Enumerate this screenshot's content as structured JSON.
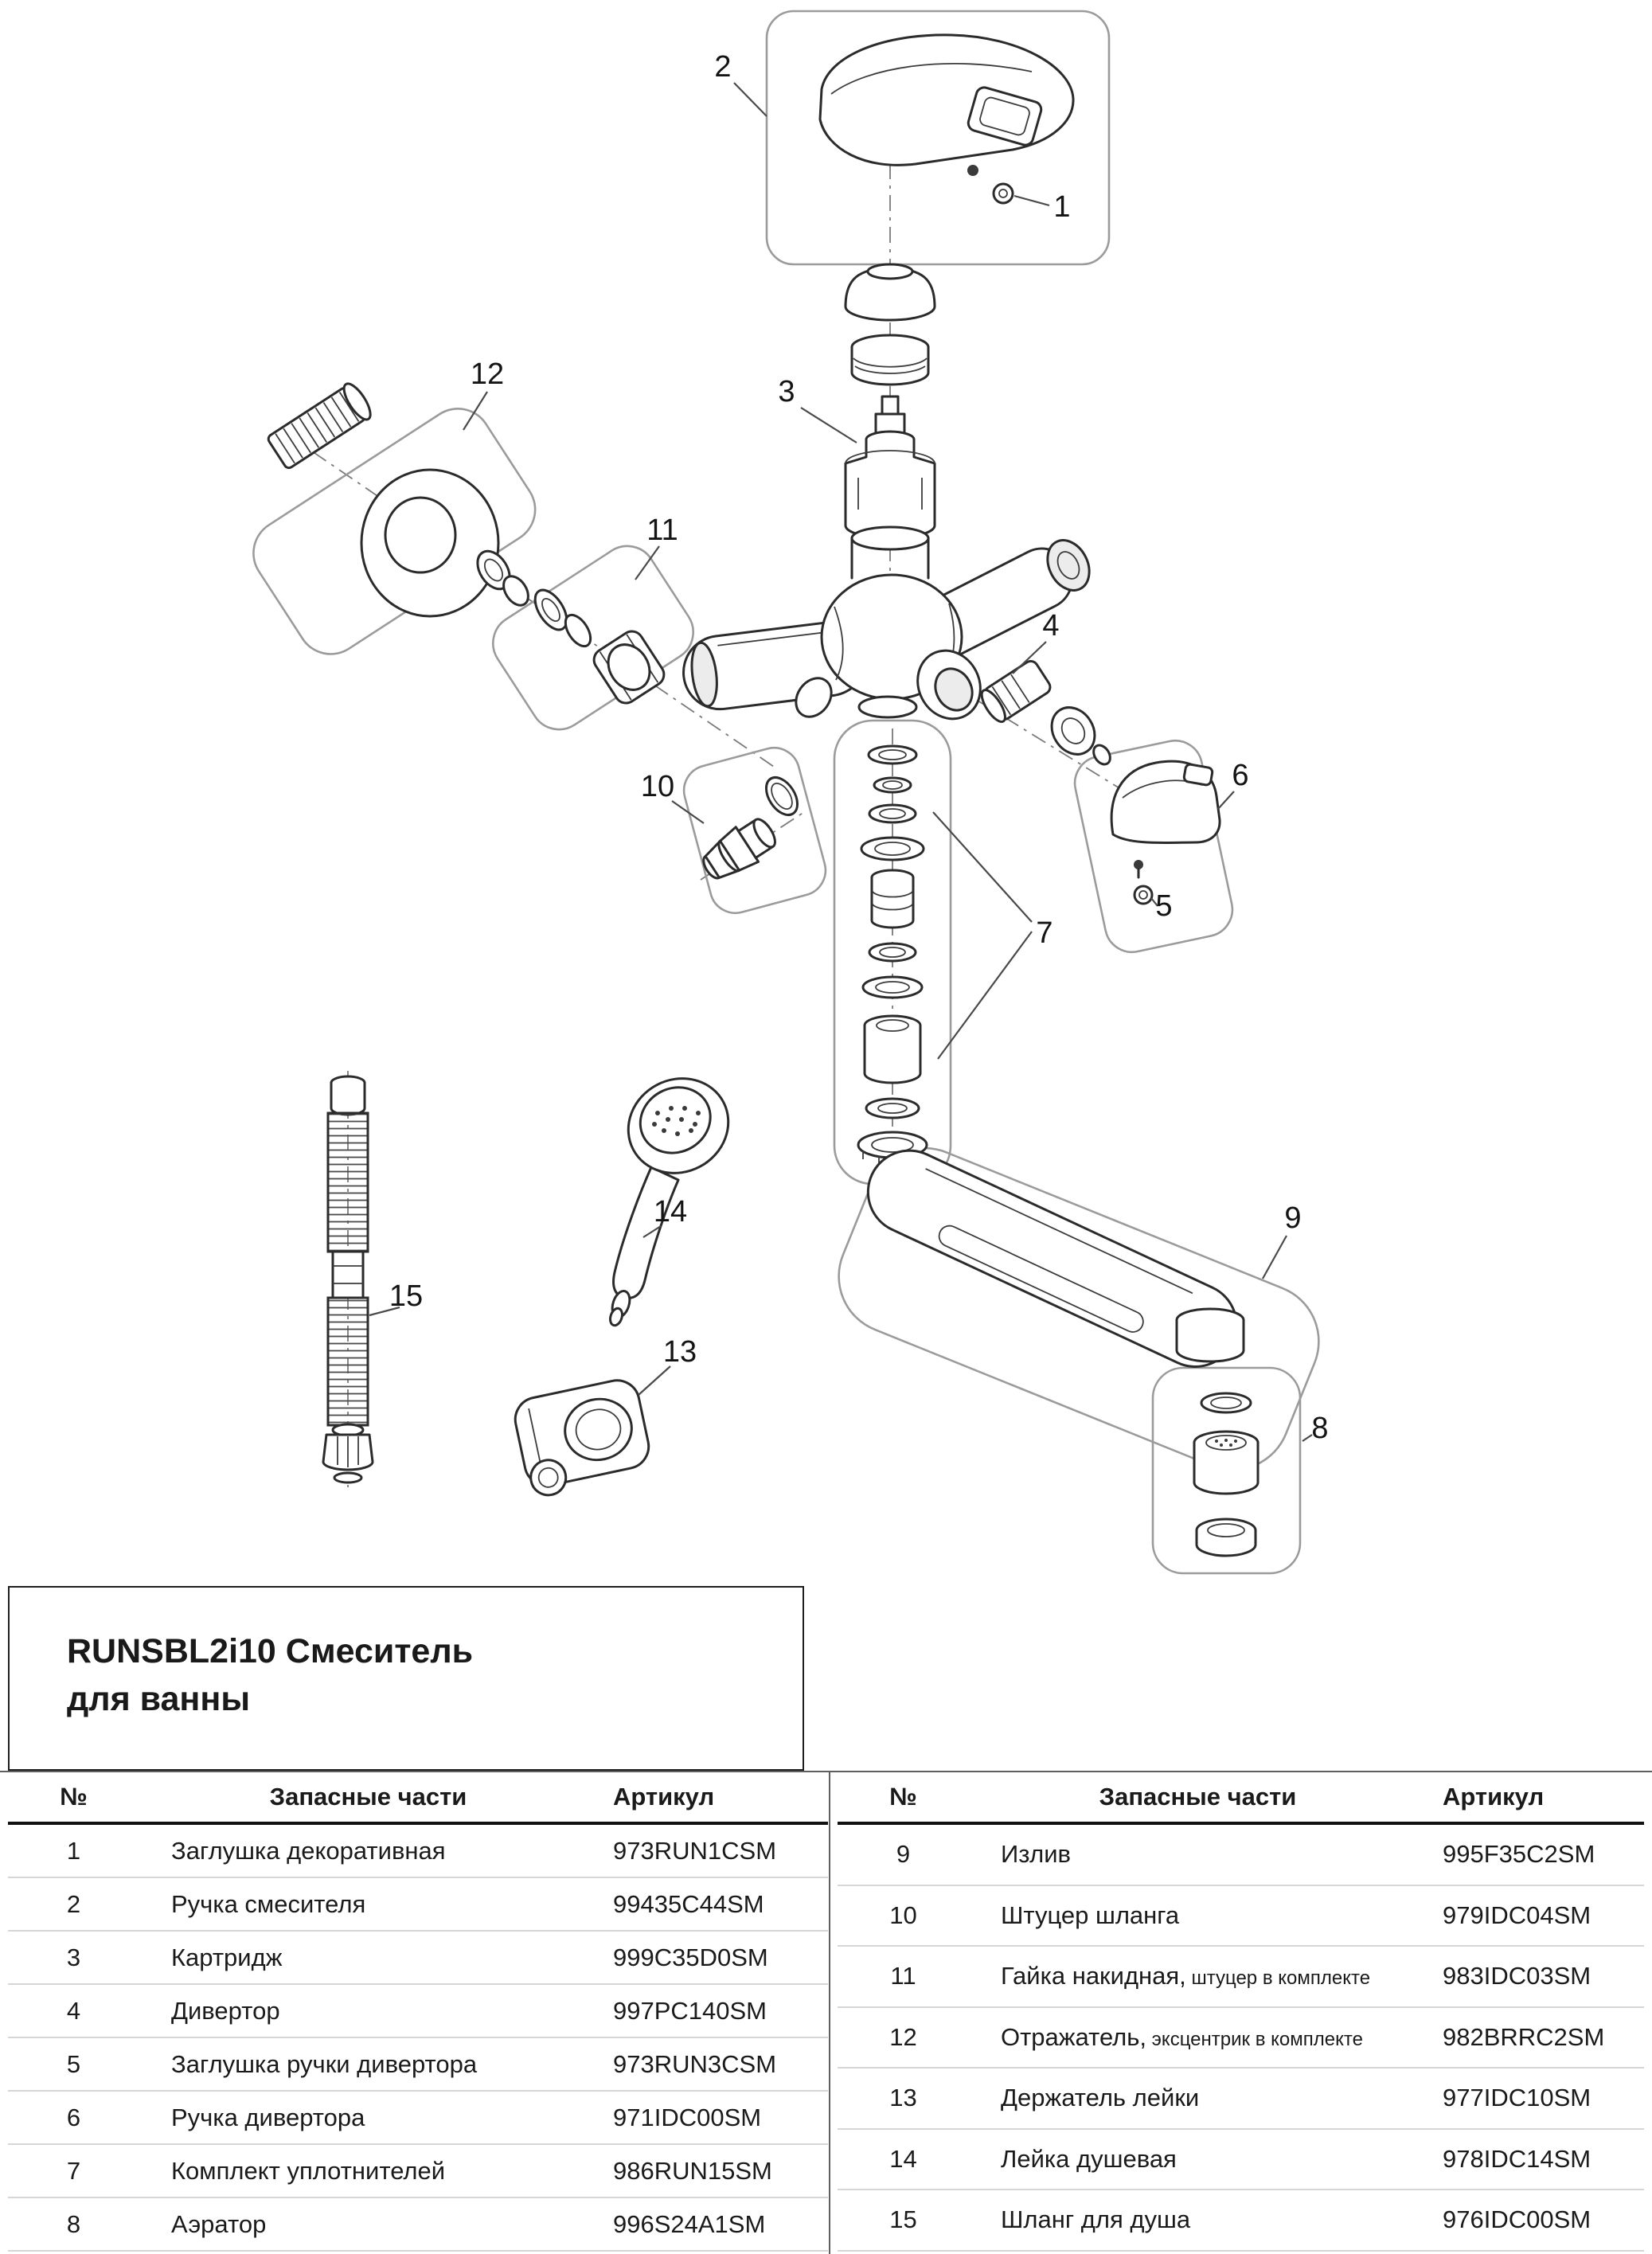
{
  "title": {
    "line1": "RUNSBL2i10 Смеситель",
    "line2": "для ванны"
  },
  "table": {
    "headers": {
      "num": "№",
      "name": "Запасные части",
      "article": "Артикул"
    },
    "left_rows": [
      {
        "num": "1",
        "name": "Заглушка декоративная",
        "article": "973RUN1CSM"
      },
      {
        "num": "2",
        "name": "Ручка смесителя",
        "article": "99435C44SM"
      },
      {
        "num": "3",
        "name": "Картридж",
        "article": "999C35D0SM"
      },
      {
        "num": "4",
        "name": "Дивертор",
        "article": "997PC140SM"
      },
      {
        "num": "5",
        "name": "Заглушка ручки дивертора",
        "article": "973RUN3CSM"
      },
      {
        "num": "6",
        "name": "Ручка дивертора",
        "article": "971IDC00SM"
      },
      {
        "num": "7",
        "name": "Комплект уплотнителей",
        "article": "986RUN15SM"
      },
      {
        "num": "8",
        "name": "Аэратор",
        "article": "996S24A1SM"
      }
    ],
    "right_rows": [
      {
        "num": "9",
        "name": "Излив",
        "article": "995F35C2SM"
      },
      {
        "num": "10",
        "name": "Штуцер шланга",
        "article": "979IDC04SM"
      },
      {
        "num": "11",
        "name": "Гайка накидная,",
        "note": "штуцер в комплекте",
        "article": "983IDC03SM"
      },
      {
        "num": "12",
        "name": "Отражатель,",
        "note": "эксцентрик в комплекте",
        "article": "982BRRC2SM"
      },
      {
        "num": "13",
        "name": "Держатель лейки",
        "article": "977IDC10SM"
      },
      {
        "num": "14",
        "name": "Лейка душевая",
        "article": "978IDC14SM"
      },
      {
        "num": "15",
        "name": "Шланг для душа",
        "article": "976IDC00SM"
      }
    ]
  },
  "diagram": {
    "labels": {
      "n1": "1",
      "n2": "2",
      "n3": "3",
      "n4": "4",
      "n5": "5",
      "n6": "6",
      "n7": "7",
      "n8": "8",
      "n9": "9",
      "n10": "10",
      "n11": "11",
      "n12": "12",
      "n13": "13",
      "n14": "14",
      "n15": "15"
    }
  },
  "colors": {
    "background": "#ffffff",
    "line": "#2b2b2b",
    "callout_box": "#9b9b9b",
    "text": "#1a1a1a",
    "divider": "#5f5f5f",
    "row_line": "#d6d6d6"
  }
}
